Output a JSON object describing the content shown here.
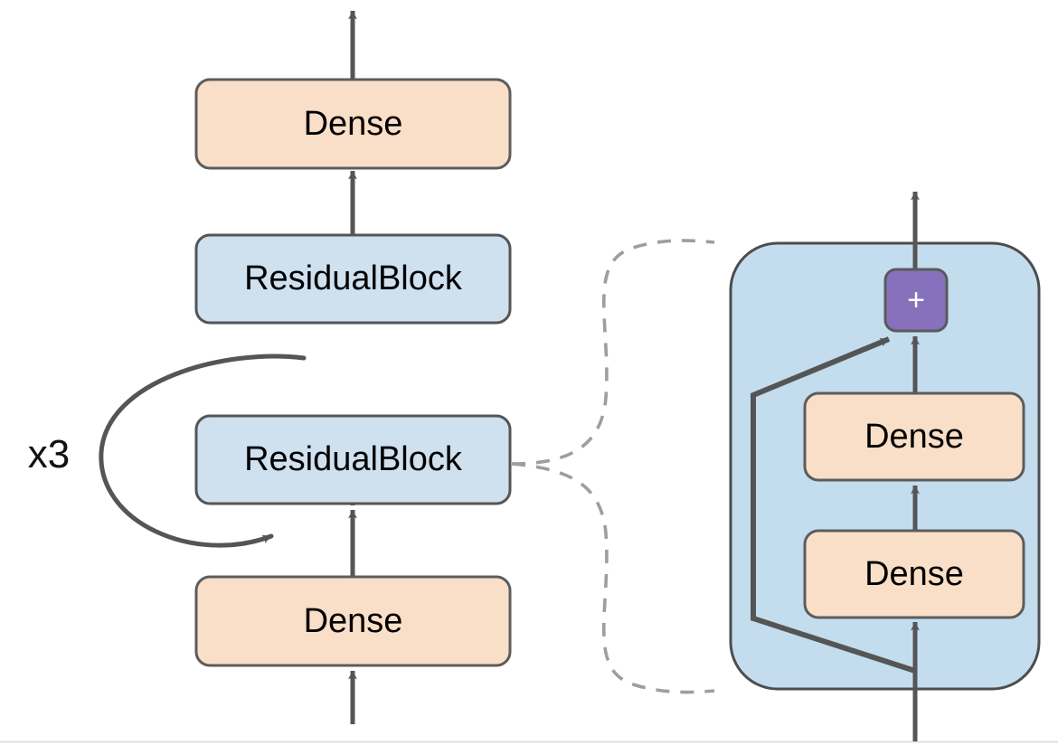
{
  "diagram": {
    "type": "neural-network-architecture",
    "title": "",
    "colors": {
      "dense_fill": "#fadfc8",
      "dense_stroke": "#5c5c5c",
      "residual_fill": "#cfe0ef",
      "residual_stroke": "#555555",
      "container_fill": "#c3ddef",
      "container_stroke": "#4d4d4d",
      "add_fill": "#8771bd",
      "add_stroke": "#5a5a5a",
      "arrow": "#555555",
      "dashed_connector": "#9a9a9a",
      "background": "#ffffff",
      "baseline_rule": "#d5d5d5",
      "plus_glyph": "#f2eefa"
    },
    "main_stack": {
      "repeat_label": "x3",
      "nodes": [
        {
          "id": "dense-bottom",
          "label": "Dense",
          "kind": "dense"
        },
        {
          "id": "residualblock-lower",
          "label": "ResidualBlock",
          "kind": "residual"
        },
        {
          "id": "residualblock-upper",
          "label": "ResidualBlock",
          "kind": "residual"
        },
        {
          "id": "dense-top",
          "label": "Dense",
          "kind": "dense"
        }
      ]
    },
    "detail_panel": {
      "container_label": "",
      "add_node": {
        "id": "add",
        "label": "+",
        "kind": "add"
      },
      "nodes": [
        {
          "id": "detail-dense-lower",
          "label": "Dense",
          "kind": "dense"
        },
        {
          "id": "detail-dense-upper",
          "label": "Dense",
          "kind": "dense"
        }
      ],
      "skip_connection": "identity-shortcut"
    },
    "edges": [
      {
        "from": "input",
        "to": "dense-bottom",
        "style": "solid-arrow"
      },
      {
        "from": "dense-bottom",
        "to": "residualblock-lower",
        "style": "solid-arrow"
      },
      {
        "from": "residualblock-lower",
        "to": "residualblock-upper",
        "style": "solid-plain"
      },
      {
        "from": "residualblock-upper",
        "to": "dense-top",
        "style": "solid-arrow"
      },
      {
        "from": "dense-top",
        "to": "output",
        "style": "solid-arrow"
      },
      {
        "from": "residualblock-lower",
        "to": "residualblock-lower",
        "style": "loop-arrow"
      },
      {
        "from": "residualblock-lower",
        "to": "detail-panel",
        "style": "dashed-callout"
      }
    ]
  }
}
